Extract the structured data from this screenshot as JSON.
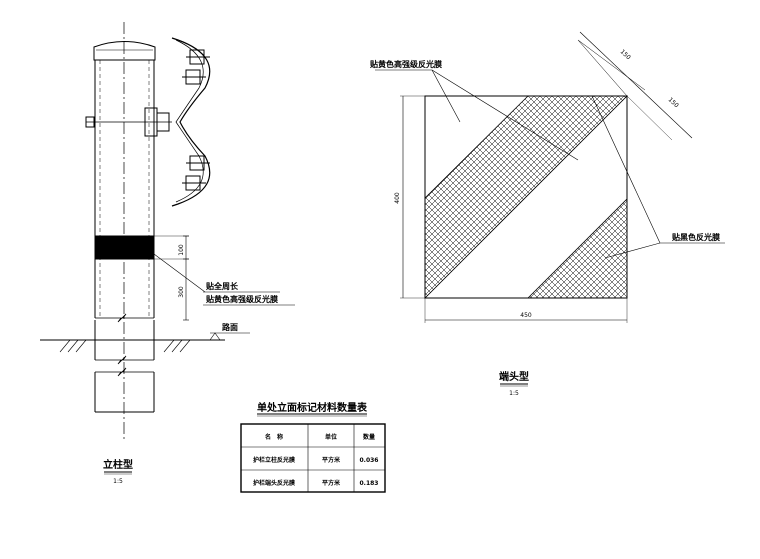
{
  "labels": {
    "yellow_film_top": "贴黄色高强级反光膜",
    "black_film": "贴黑色反光膜",
    "full_circumference": "贴全周长",
    "yellow_film_post": "贴黄色高强级反光膜",
    "road_surface": "路面"
  },
  "dimensions": {
    "dim_150_a": "150",
    "dim_150_b": "150",
    "dim_400": "400",
    "dim_450": "450",
    "dim_100": "100",
    "dim_300": "300"
  },
  "views": {
    "post": {
      "title": "立柱型",
      "scale": "1:5"
    },
    "end": {
      "title": "端头型",
      "scale": "1:5"
    }
  },
  "table": {
    "title": "单处立面标记材料数量表",
    "headers": [
      "名　称",
      "单位",
      "数量"
    ],
    "rows": [
      [
        "护栏立柱反光膜",
        "平方米",
        "0.036"
      ],
      [
        "护栏端头反光膜",
        "平方米",
        "0.183"
      ]
    ]
  }
}
